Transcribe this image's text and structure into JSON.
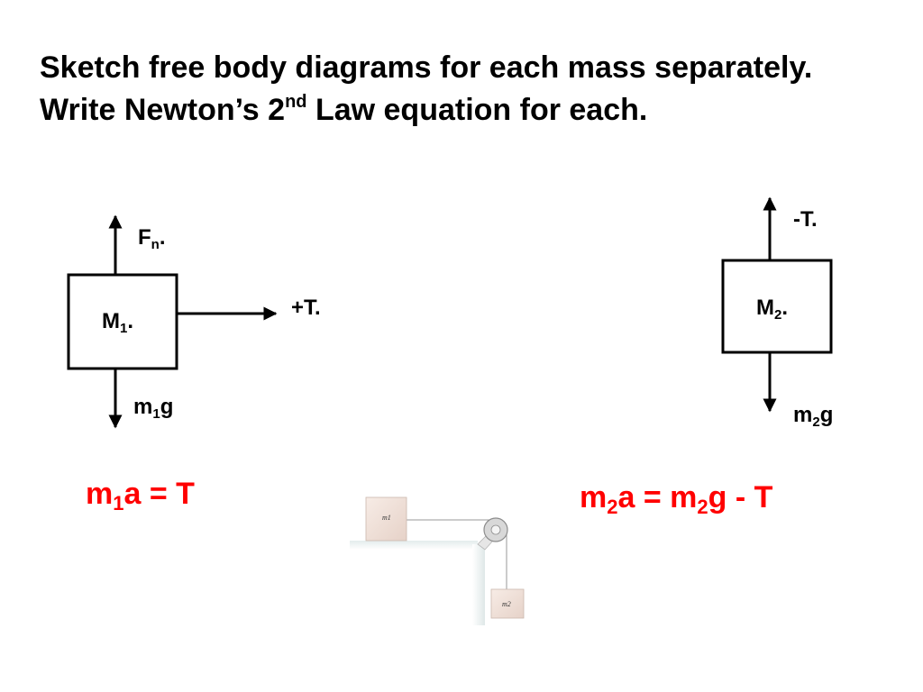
{
  "slide": {
    "title_part1": "Sketch free body diagrams for each mass separately. Write Newton’s 2",
    "title_sup": "nd",
    "title_part2": " Law equation  for each."
  },
  "mass1": {
    "box_label": "M",
    "box_sub": "1",
    "box_suffix": ".",
    "up_force": "F",
    "up_force_sub": "n",
    "up_force_suffix": ".",
    "right_force": "+T.",
    "down_force_pre": "m",
    "down_force_sub": "1",
    "down_force_post": "g"
  },
  "mass2": {
    "box_label": "M",
    "box_sub": "2",
    "box_suffix": ".",
    "up_force": "-T.",
    "down_force_pre": "m",
    "down_force_sub": "2",
    "down_force_post": "g"
  },
  "equations": {
    "eq1": {
      "pre": "m",
      "sub": "1",
      "post": "a = T"
    },
    "eq2": {
      "pre": "m",
      "sub": "2",
      "mid": "a = m",
      "sub2": "2",
      "post": "g - T"
    }
  },
  "setup": {
    "block1_label": "m1",
    "block2_label": "m2"
  },
  "colors": {
    "equation": "#ff0000",
    "text": "#000000"
  }
}
